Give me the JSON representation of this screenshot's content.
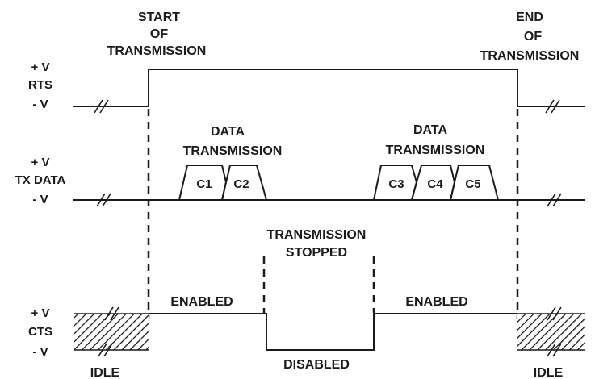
{
  "labels": {
    "start": [
      "START",
      "OF",
      "TRANSMISSION"
    ],
    "end": [
      "END",
      "OF",
      "TRANSMISSION"
    ],
    "rts": [
      "+ V",
      "RTS",
      "- V"
    ],
    "tx": [
      "+ V",
      "TX DATA",
      "- V"
    ],
    "cts": [
      "+ V",
      "CTS",
      "- V"
    ],
    "data_tx_1": [
      "DATA",
      "TRANSMISSION"
    ],
    "data_tx_2": [
      "DATA",
      "TRANSMISSION"
    ],
    "stopped": [
      "TRANSMISSION",
      "STOPPED"
    ],
    "enabled_left": "ENABLED",
    "enabled_right": "ENABLED",
    "disabled": "DISABLED",
    "idle_left": "IDLE",
    "idle_right": "IDLE"
  },
  "chars": [
    "C1",
    "C2",
    "C3",
    "C4",
    "C5"
  ]
}
